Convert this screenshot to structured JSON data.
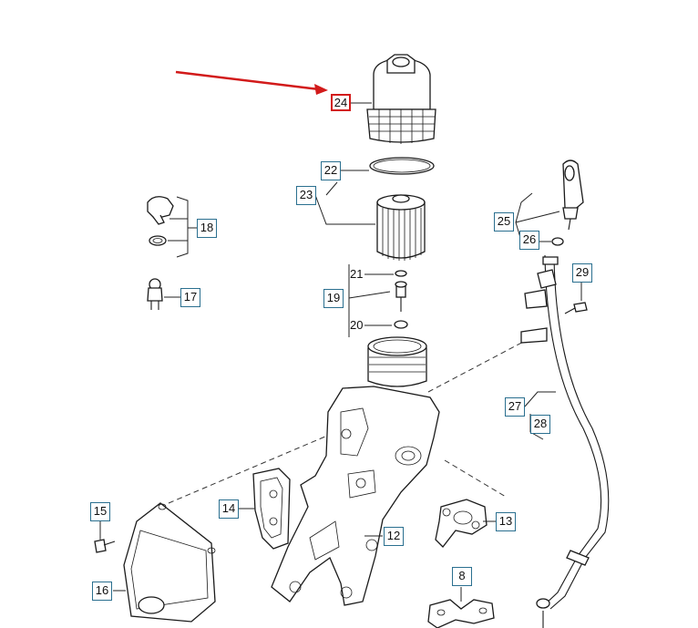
{
  "diagram": {
    "callouts": {
      "c24": "24",
      "c22": "22",
      "c23": "23",
      "c21": "21",
      "c19": "19",
      "c20": "20",
      "c18": "18",
      "c17": "17",
      "c25": "25",
      "c26": "26",
      "c29": "29",
      "c27": "27",
      "c28": "28",
      "c15": "15",
      "c16": "16",
      "c14": "14",
      "c12": "12",
      "c13": "13",
      "c8": "8"
    },
    "highlight_color": "#d21a1a",
    "callout_border_color": "#2a6f8f",
    "arrow_target": "c24"
  }
}
